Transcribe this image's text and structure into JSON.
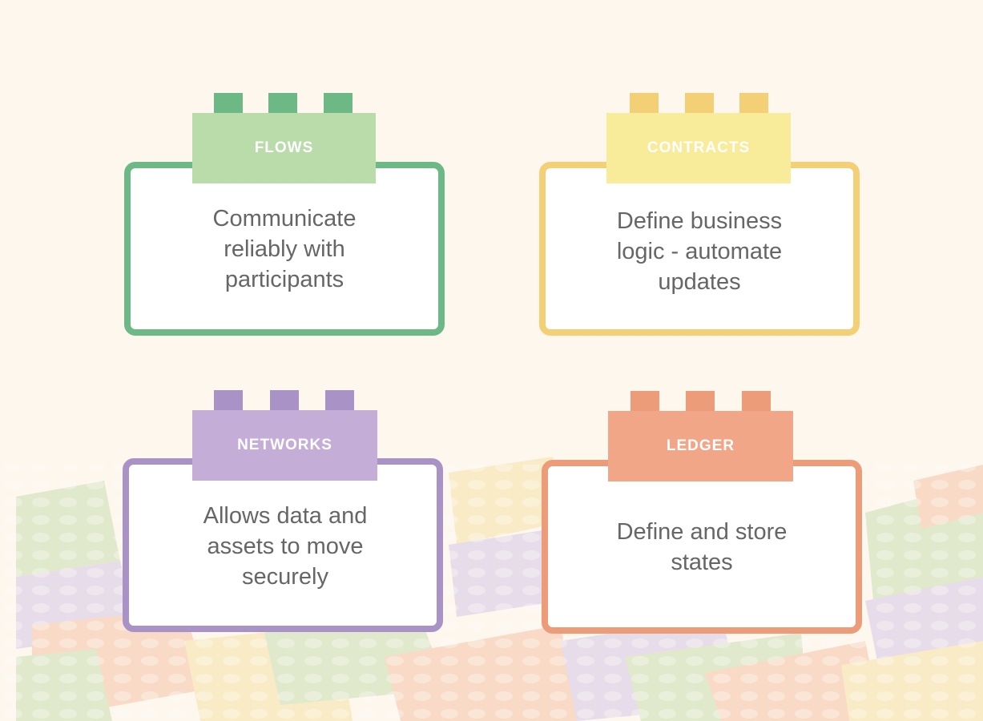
{
  "colors": {
    "background": "#fdf7ee",
    "flows": "#6cb985",
    "flows_tab": "#b9dcaa",
    "contracts": "#f3cf76",
    "contracts_tab": "#f8eb9a",
    "networks": "#a993c6",
    "networks_tab": "#c4aed7",
    "ledger": "#ec9c78",
    "ledger_tab": "#f2a688",
    "text": "#666666"
  },
  "blocks": [
    {
      "title": "FLOWS",
      "description": "Communicate reliably with participants"
    },
    {
      "title": "CONTRACTS",
      "description": "Define business logic - automate updates"
    },
    {
      "title": "NETWORKS",
      "description": "Allows data and assets to move securely"
    },
    {
      "title": "LEDGER",
      "description": "Define and store states"
    }
  ]
}
